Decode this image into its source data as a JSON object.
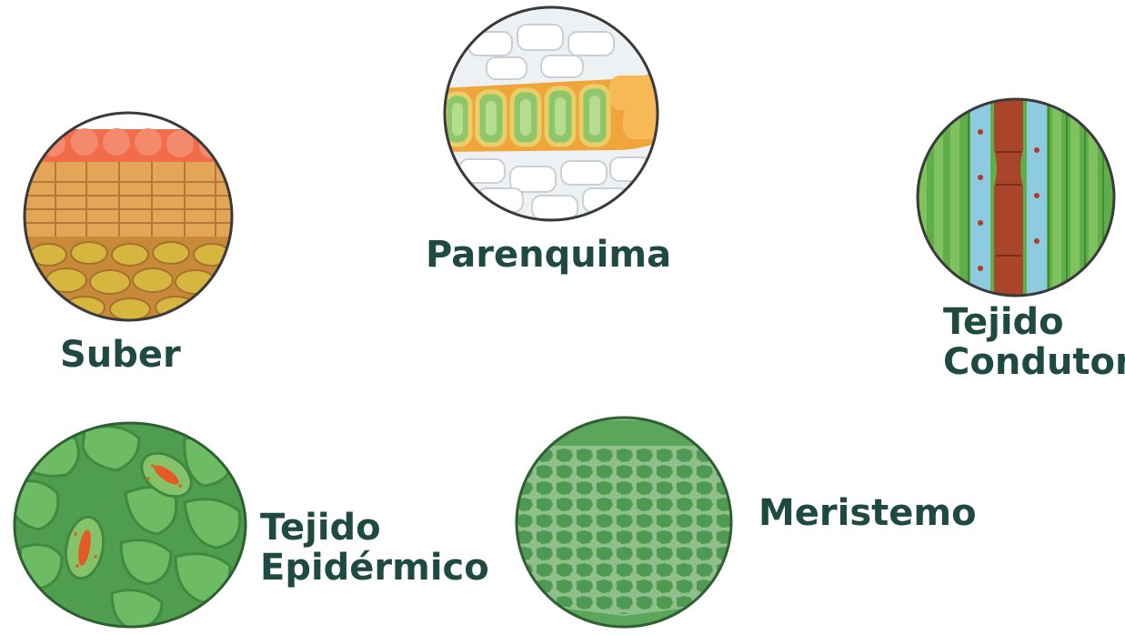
{
  "labels": {
    "suber": "Suber",
    "parenquima": "Parenquima",
    "conductor_line1": "Tejido",
    "conductor_line2": "Condutor",
    "epidermico_line1": "Tejido",
    "epidermico_line2": "Epidérmico",
    "meristemo": "Meristemo"
  },
  "colors": {
    "label_text": "#1f4a42",
    "suber_top": "#f26b4a",
    "suber_body": "#d99a45",
    "parenquima_cells": "#8fc66a",
    "parenquima_border": "#f0a53a",
    "conductor_vessel": "#a8452a",
    "conductor_fibers": "#5fae4a",
    "epidermis": "#5fae58",
    "stoma": "#e45a25",
    "meristem": "#4f9a52"
  }
}
